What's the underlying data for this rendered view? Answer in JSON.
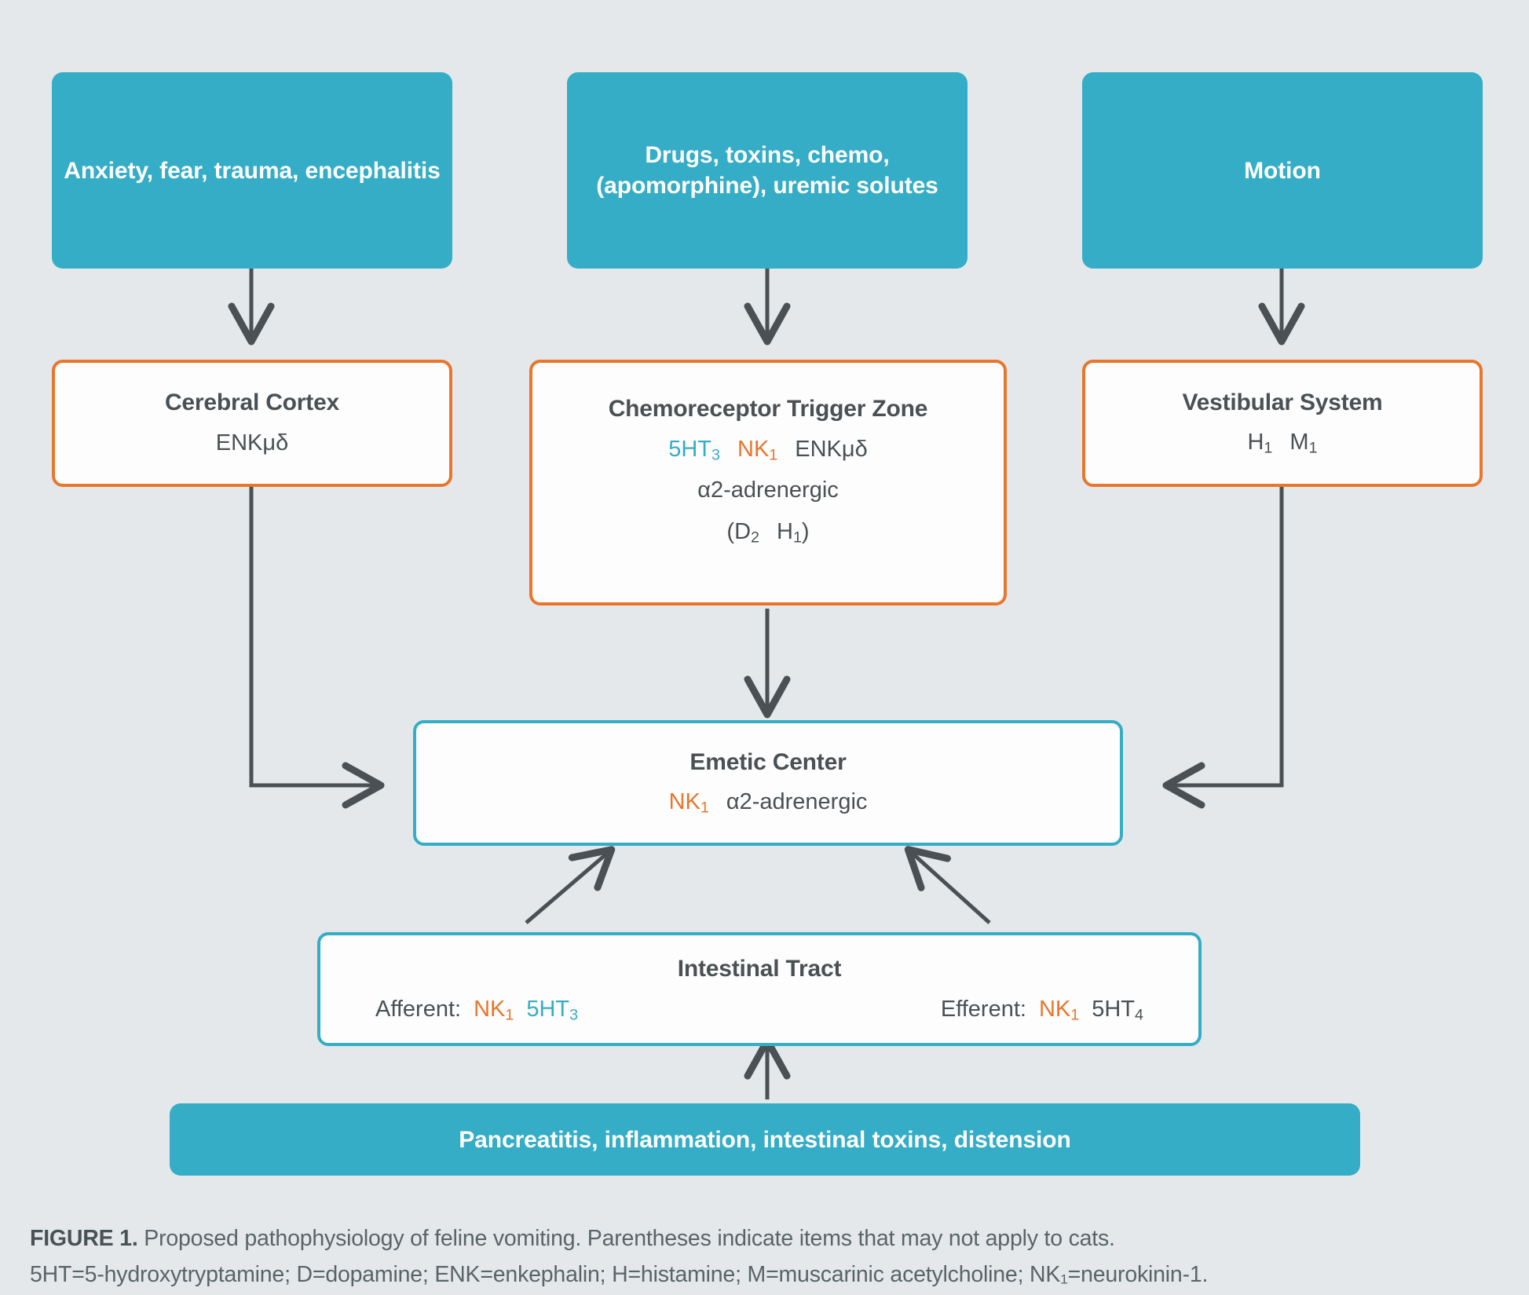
{
  "figure": {
    "background_color": "#e4e8ea",
    "accent_teal": "#35adc6",
    "accent_orange": "#e8762c",
    "text_gray": "#4a5053"
  },
  "nodes": {
    "anxiety": {
      "label": "Anxiety, fear, trauma, encephalitis"
    },
    "drugs": {
      "label": "Drugs, toxins, chemo, (apomorphine), uremic solutes"
    },
    "motion": {
      "label": "Motion"
    },
    "cerebral_cortex": {
      "title": "Cerebral Cortex",
      "receptors": "ENKμδ"
    },
    "ctz": {
      "title": "Chemoreceptor Trigger Zone",
      "line1_a": "5HT",
      "line1_a_sub": "3",
      "line1_b": "NK",
      "line1_b_sub": "1",
      "line1_c": "ENKμδ",
      "line2": "α2-adrenergic",
      "line3_open": "(D",
      "line3_d_sub": "2",
      "line3_h": "H",
      "line3_h_sub": "1",
      "line3_close": ")"
    },
    "vestibular": {
      "title": "Vestibular System",
      "r1": "H",
      "r1_sub": "1",
      "r2": "M",
      "r2_sub": "1"
    },
    "emetic_center": {
      "title": "Emetic Center",
      "nk": "NK",
      "nk_sub": "1",
      "alpha": "α2-adrenergic"
    },
    "intestinal_tract": {
      "title": "Intestinal Tract",
      "afferent_label": "Afferent:",
      "afferent_nk": "NK",
      "afferent_nk_sub": "1",
      "afferent_ht": "5HT",
      "afferent_ht_sub": "3",
      "efferent_label": "Efferent:",
      "efferent_nk": "NK",
      "efferent_nk_sub": "1",
      "efferent_ht": "5HT",
      "efferent_ht_sub": "4"
    },
    "pancreatitis": {
      "label": "Pancreatitis, inflammation, intestinal toxins, distension"
    }
  },
  "caption": {
    "figure_label": "FIGURE 1.",
    "line1": " Proposed pathophysiology of feline vomiting. Parentheses indicate items that may not apply to cats.",
    "line2": "5HT=5-hydroxytryptamine; D=dopamine; ENK=enkephalin; H=histamine; M=muscarinic acetylcholine; NK₁=neurokinin-1."
  }
}
